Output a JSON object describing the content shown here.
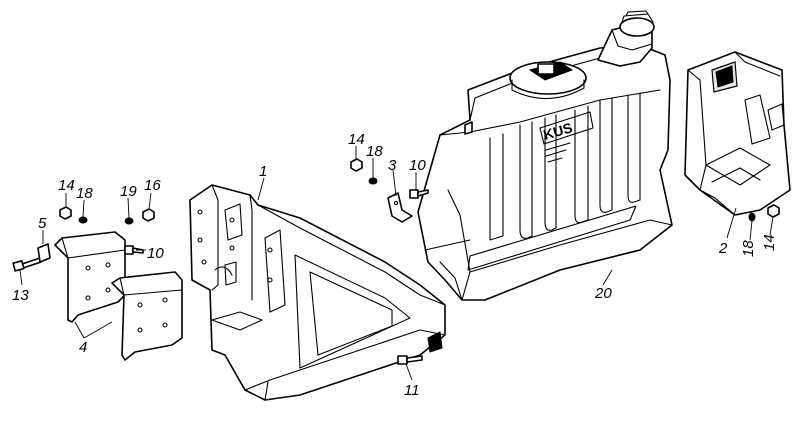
{
  "callouts": {
    "c1": "1",
    "c2": "2",
    "c3": "3",
    "c4": "4",
    "c5": "5",
    "c10a": "10",
    "c10b": "10",
    "c11": "11",
    "c13": "13",
    "c14a": "14",
    "c14b": "14",
    "c14c": "14",
    "c16": "16",
    "c18a": "18",
    "c18b": "18",
    "c18c": "18",
    "c19": "19",
    "c20": "20"
  },
  "tank_label": {
    "brand": "KUS"
  }
}
